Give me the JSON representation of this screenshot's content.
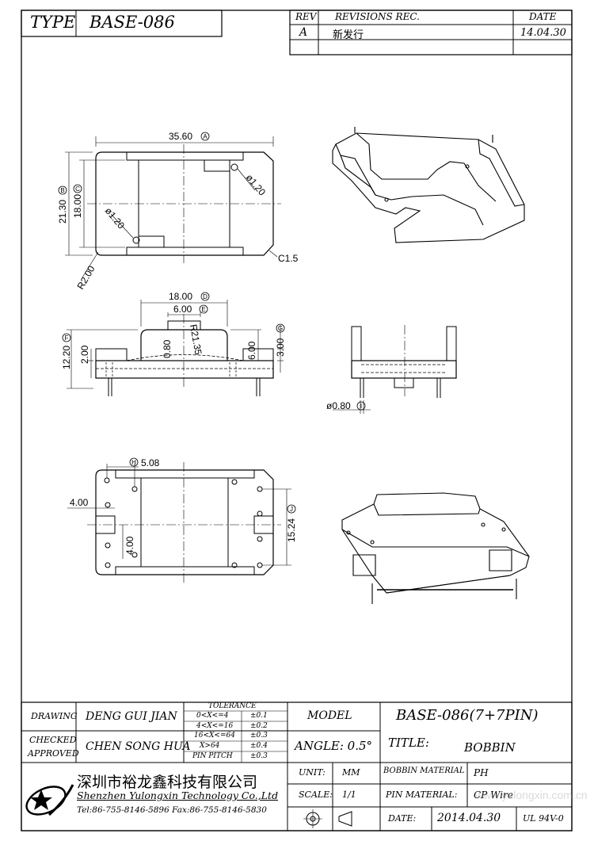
{
  "header": {
    "type_label": "TYPE",
    "type_value": "BASE-086",
    "rev_label": "REV",
    "revisions_label": "REVISIONS REC.",
    "date_label": "DATE",
    "rev_value": "A",
    "revision_text": "新发行",
    "revision_date": "14.04.30"
  },
  "dimensions": {
    "top_width": "35.60",
    "top_width_ref": "A",
    "top_height": "21.30",
    "top_height_ref": "B",
    "top_inner_height": "18.00",
    "top_inner_height_ref": "C",
    "hole_dia_1": "ø1.20",
    "hole_dia_2": "ø1.20",
    "corner_chamfer": "C1.5",
    "corner_radius": "R2.00",
    "side_width": "18.00",
    "side_width_ref": "D",
    "side_slot": "6.00",
    "side_slot_ref": "E",
    "side_height": "12.20",
    "side_height_ref": "F",
    "side_flange": "2.00",
    "side_gap": "0.80",
    "side_radius": "R21.35",
    "side_wall": "6.00",
    "side_step": "3.00",
    "side_step_ref": "G",
    "pin_dia": "ø0.80",
    "pin_dia_ref": "I",
    "bottom_pitch": "5.08",
    "bottom_pitch_ref": "H",
    "bottom_offset": "4.00",
    "bottom_row_span": "15.24",
    "bottom_row_span_ref": "J",
    "bottom_slot": "4.00"
  },
  "title_block": {
    "drawing_label": "DRAWING",
    "drawing_value": "DENG GUI JIAN",
    "checked_label": "CHECKED",
    "approved_label": "APPROVED",
    "checked_value": "CHEN SONG HUA",
    "tolerance_label": "TOLERANCE",
    "tolerances": [
      {
        "range": "0<X<=4",
        "value": "±0.1"
      },
      {
        "range": "4<X<=16",
        "value": "±0.2"
      },
      {
        "range": "16<X<=64",
        "value": "±0.3"
      },
      {
        "range": "X>64",
        "value": "±0.4"
      },
      {
        "range": "PIN PITCH",
        "value": "±0.3"
      }
    ],
    "model_label": "MODEL",
    "model_value": "BASE-086(7+7PIN)",
    "angle_label": "ANGLE: 0.5°",
    "title_label": "TITLE:",
    "title_value": "BOBBIN",
    "company_cn": "深圳市裕龙鑫科技有限公司",
    "company_en": "Shenzhen Yulongxin Technology Co.,Ltd",
    "contact": "Tel:86-755-8146-5896  Fax:86-755-8146-5830",
    "unit_label": "UNIT:",
    "unit_value": "MM",
    "scale_label": "SCALE:",
    "scale_value": "1/1",
    "bobbin_material_label": "BOBBIN MATERIAL",
    "bobbin_material_value": "PH",
    "pin_material_label": "PIN MATERIAL:",
    "pin_material_value": "CP Wire",
    "date_label": "DATE:",
    "date_value": "2014.04.30",
    "ul_value": "UL 94V-0"
  },
  "watermark": "www.yulongxin.com.cn"
}
